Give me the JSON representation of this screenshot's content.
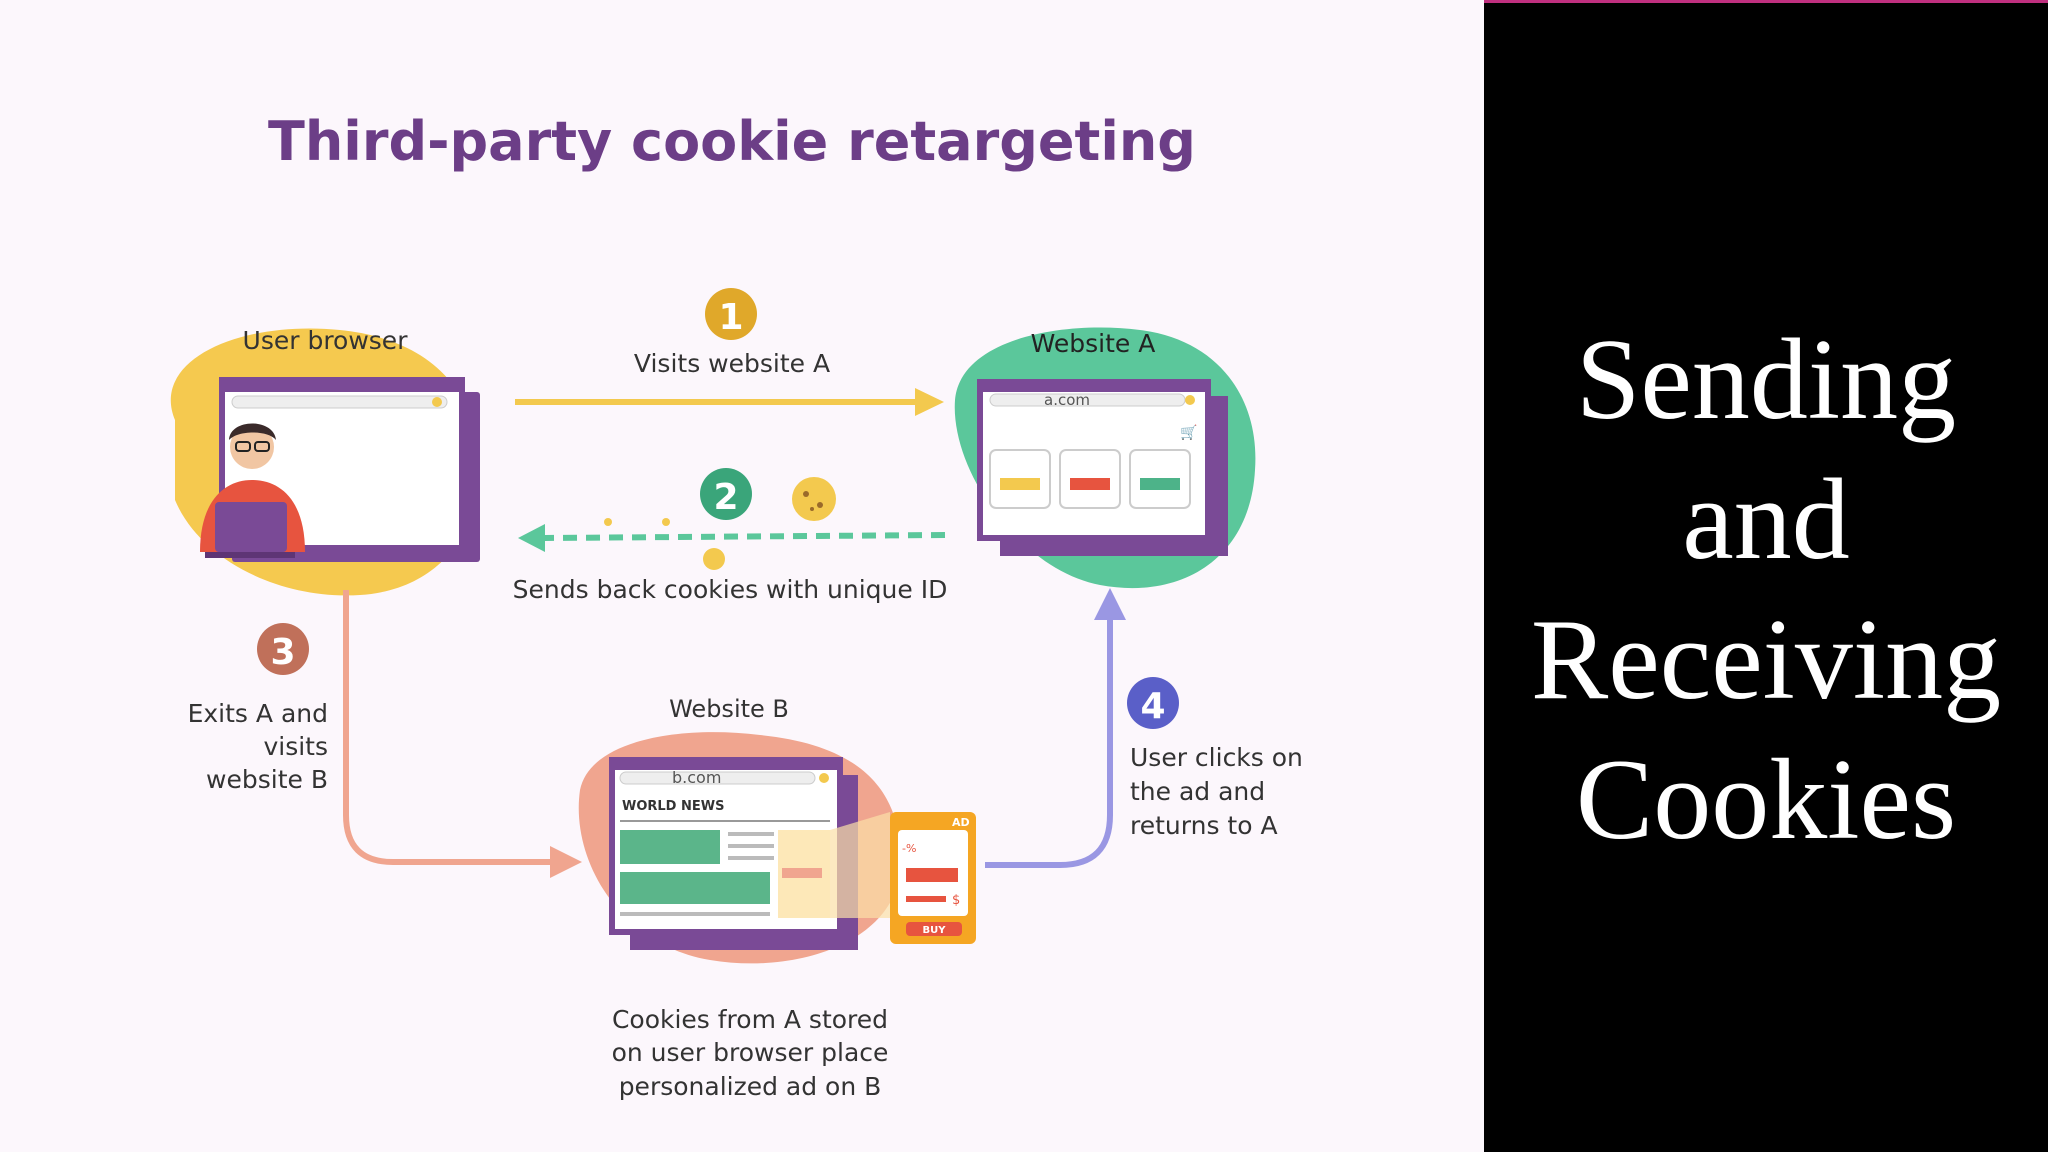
{
  "diagram": {
    "title": "Third-party cookie retargeting",
    "nodes": {
      "user_browser": "User browser",
      "website_a": "Website A",
      "website_b": "Website B"
    },
    "urls": {
      "a": "a.com",
      "b": "b.com"
    },
    "site_b_heading": "WORLD NEWS",
    "badges": {
      "ad": "AD",
      "buy": "BUY",
      "percent": "-%",
      "dollar": "$"
    },
    "steps": [
      {
        "num": "1",
        "text": "Visits website A",
        "color": "#e0a82a"
      },
      {
        "num": "2",
        "text": "Sends back cookies with unique ID",
        "color": "#3aa57a"
      },
      {
        "num": "3",
        "lines": [
          "Exits A and",
          "visits",
          "website B"
        ],
        "color": "#c0705a"
      },
      {
        "num": "4",
        "lines": [
          "User clicks on",
          "the ad and",
          "returns to A"
        ],
        "color": "#5a5fc8"
      }
    ],
    "footnote": [
      "Cookies from A stored",
      "on user browser place",
      "personalized ad on B"
    ],
    "colors": {
      "title": "#6c3e87",
      "purple": "#7a4a96",
      "yellow": "#f3c94e",
      "green": "#5bc79b",
      "salmon": "#f0a58f",
      "periwinkle": "#9a97e3"
    }
  },
  "side_title": {
    "lines": [
      "Sending",
      "and",
      "Receiving",
      "Cookies"
    ]
  }
}
